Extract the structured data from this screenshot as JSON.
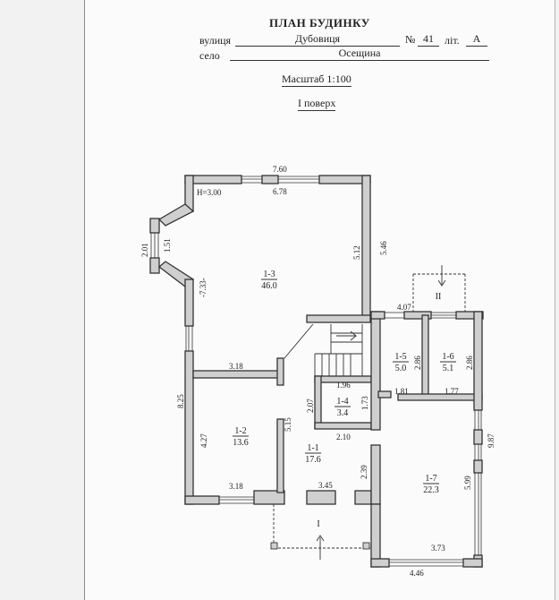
{
  "header": {
    "title": "ПЛАН БУДИНКУ",
    "street_label": "вулиця",
    "street_value": "Дубовиця",
    "number_label": "№",
    "number_value": "41",
    "lit_label": "літ.",
    "lit_value": "А",
    "village_label": "село",
    "village_value": "Осещина",
    "scale": "Масштаб 1:100",
    "floor": "І поверх"
  },
  "plan": {
    "height_note": "Н=3.00",
    "entrance_1": "І",
    "entrance_2": "ІІ",
    "rooms": [
      {
        "id": "1-1",
        "area": "17.6"
      },
      {
        "id": "1-2",
        "area": "13.6"
      },
      {
        "id": "1-3",
        "area": "46.0"
      },
      {
        "id": "1-4",
        "area": "3.4"
      },
      {
        "id": "1-5",
        "area": "5.0"
      },
      {
        "id": "1-6",
        "area": "5.1"
      },
      {
        "id": "1-7",
        "area": "22.3"
      }
    ],
    "dimensions": {
      "d760": "7.60",
      "d678": "6.78",
      "d201": "2.01",
      "d151": "1.51",
      "d733": "-7.33-",
      "d512": "5.12",
      "d546": "5.46",
      "d407": "4.07",
      "d318a": "3.18",
      "d825": "8.25",
      "d427": "4.27",
      "d515": "5.15",
      "d196": "1.96",
      "d207": "2.07",
      "d173": "1.73",
      "d210": "2.10",
      "d286a": "2.86",
      "d286b": "2.86",
      "d181": "1.81",
      "d177": "1.77",
      "d987": "9.87",
      "d239": "2.39",
      "d599": "5.99",
      "d318b": "3.18",
      "d345": "3.45",
      "d373": "3.73",
      "d446": "4.46"
    }
  }
}
